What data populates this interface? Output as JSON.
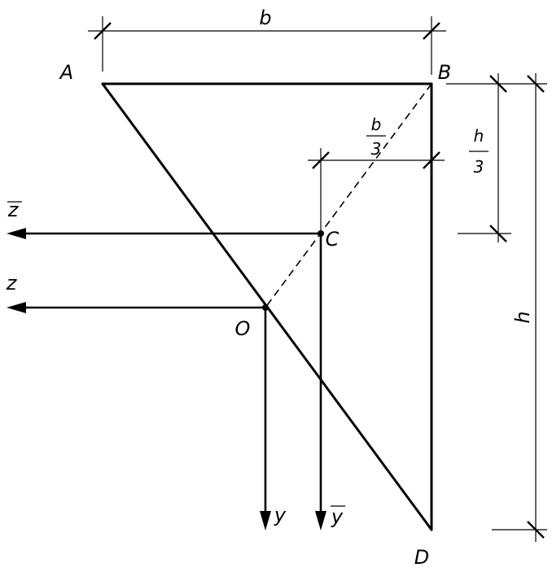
{
  "figure": {
    "points": {
      "A": "A",
      "B": "B",
      "C": "C",
      "D": "D",
      "O": "O"
    },
    "dimensions": {
      "width": "b",
      "height": "h",
      "centroid_x_num": "b",
      "centroid_x_den": "3",
      "centroid_y_num": "h",
      "centroid_y_den": "3"
    },
    "axes": {
      "z": "z",
      "z_bar": "z",
      "y": "y",
      "y_bar": "y"
    }
  }
}
